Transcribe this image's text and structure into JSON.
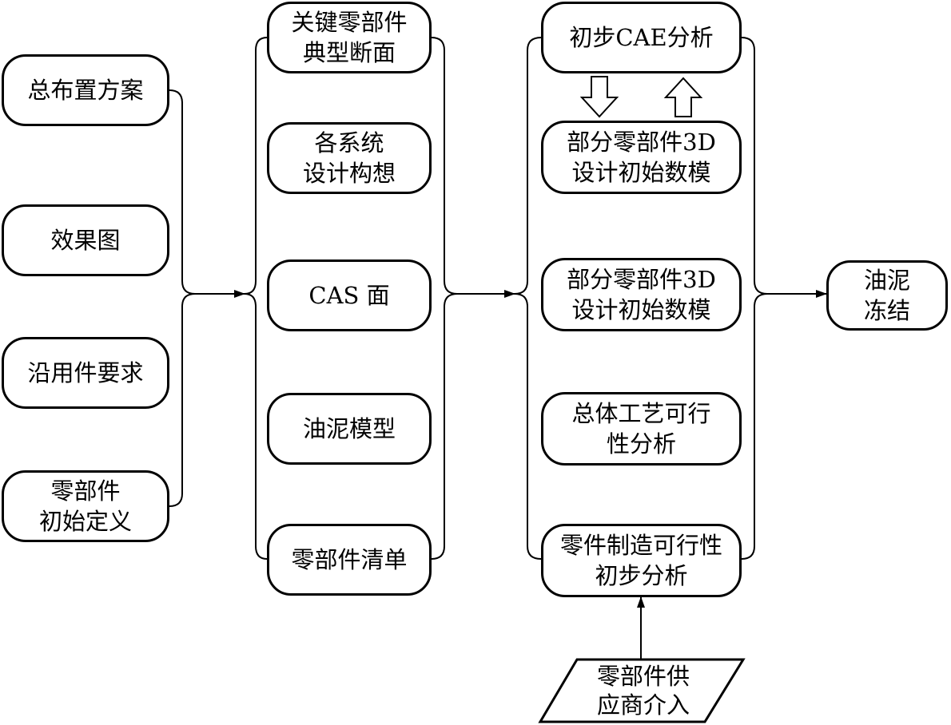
{
  "column1": [
    {
      "id": "overall-layout",
      "label": "总布置方案"
    },
    {
      "id": "rendering",
      "label": "效果图"
    },
    {
      "id": "carryover-parts",
      "label": "沿用件要求"
    },
    {
      "id": "parts-initial-definition",
      "label": "零部件\n初始定义"
    }
  ],
  "column2": [
    {
      "id": "key-parts-section",
      "label": "关键零部件\n典型断面"
    },
    {
      "id": "system-concept",
      "label": "各系统\n设计构想"
    },
    {
      "id": "cas-surface",
      "label": "CAS 面"
    },
    {
      "id": "clay-model",
      "label": "油泥模型"
    },
    {
      "id": "parts-list",
      "label": "零部件清单"
    }
  ],
  "column3": [
    {
      "id": "initial-cae",
      "label": "初步CAE分析"
    },
    {
      "id": "parts-3d-initial-a",
      "label": "部分零部件3D\n设计初始数模"
    },
    {
      "id": "parts-3d-initial-b",
      "label": "部分零部件3D\n设计初始数模"
    },
    {
      "id": "process-feasibility",
      "label": "总体工艺可行\n性分析"
    },
    {
      "id": "manufacturing-feasibility",
      "label": "零件制造可行性\n初步分析"
    }
  ],
  "final": {
    "id": "clay-freeze",
    "label": "油泥\n冻结"
  },
  "supplier": {
    "id": "supplier-involvement",
    "label": "零部件供\n应商介入"
  }
}
